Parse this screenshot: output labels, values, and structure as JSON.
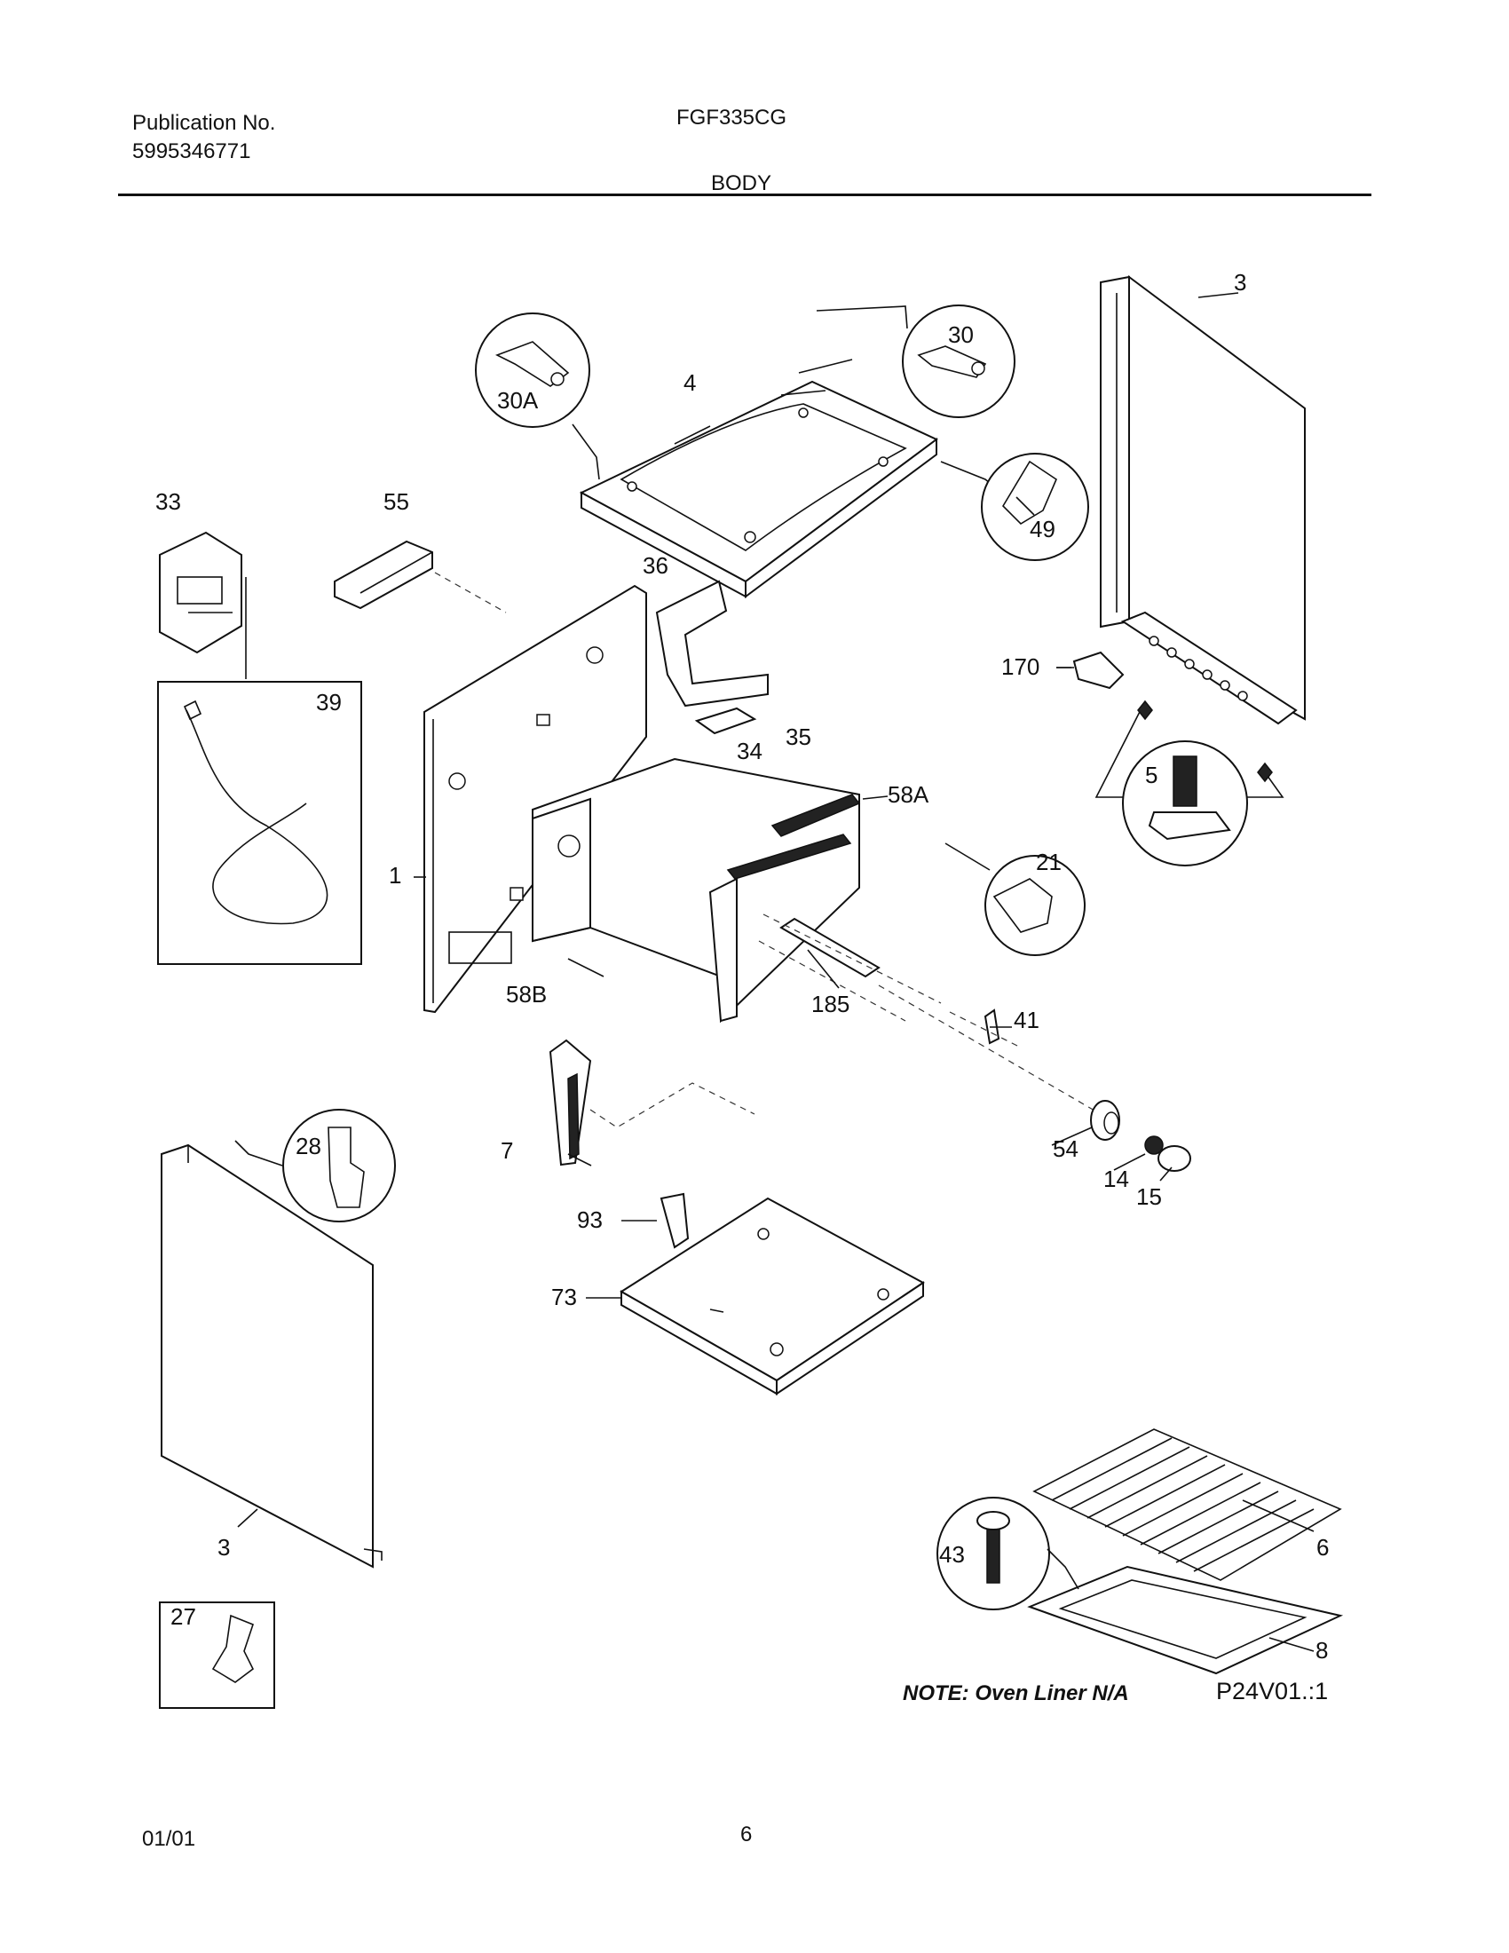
{
  "header": {
    "publication_label": "Publication No.",
    "publication_number": "5995346771",
    "model": "FGF335CG",
    "section_title": "BODY"
  },
  "diagram": {
    "callouts": [
      "3",
      "30",
      "30A",
      "4",
      "49",
      "33",
      "55",
      "36",
      "170",
      "39",
      "35",
      "34",
      "5",
      "58A",
      "21",
      "1",
      "58B",
      "185",
      "41",
      "7",
      "28",
      "54",
      "14",
      "15",
      "93",
      "73",
      "3",
      "43",
      "6",
      "8",
      "27"
    ]
  },
  "note": "NOTE: Oven Liner N/A",
  "figure_code": "P24V01.:1",
  "footer": {
    "date": "01/01",
    "page": "6"
  }
}
